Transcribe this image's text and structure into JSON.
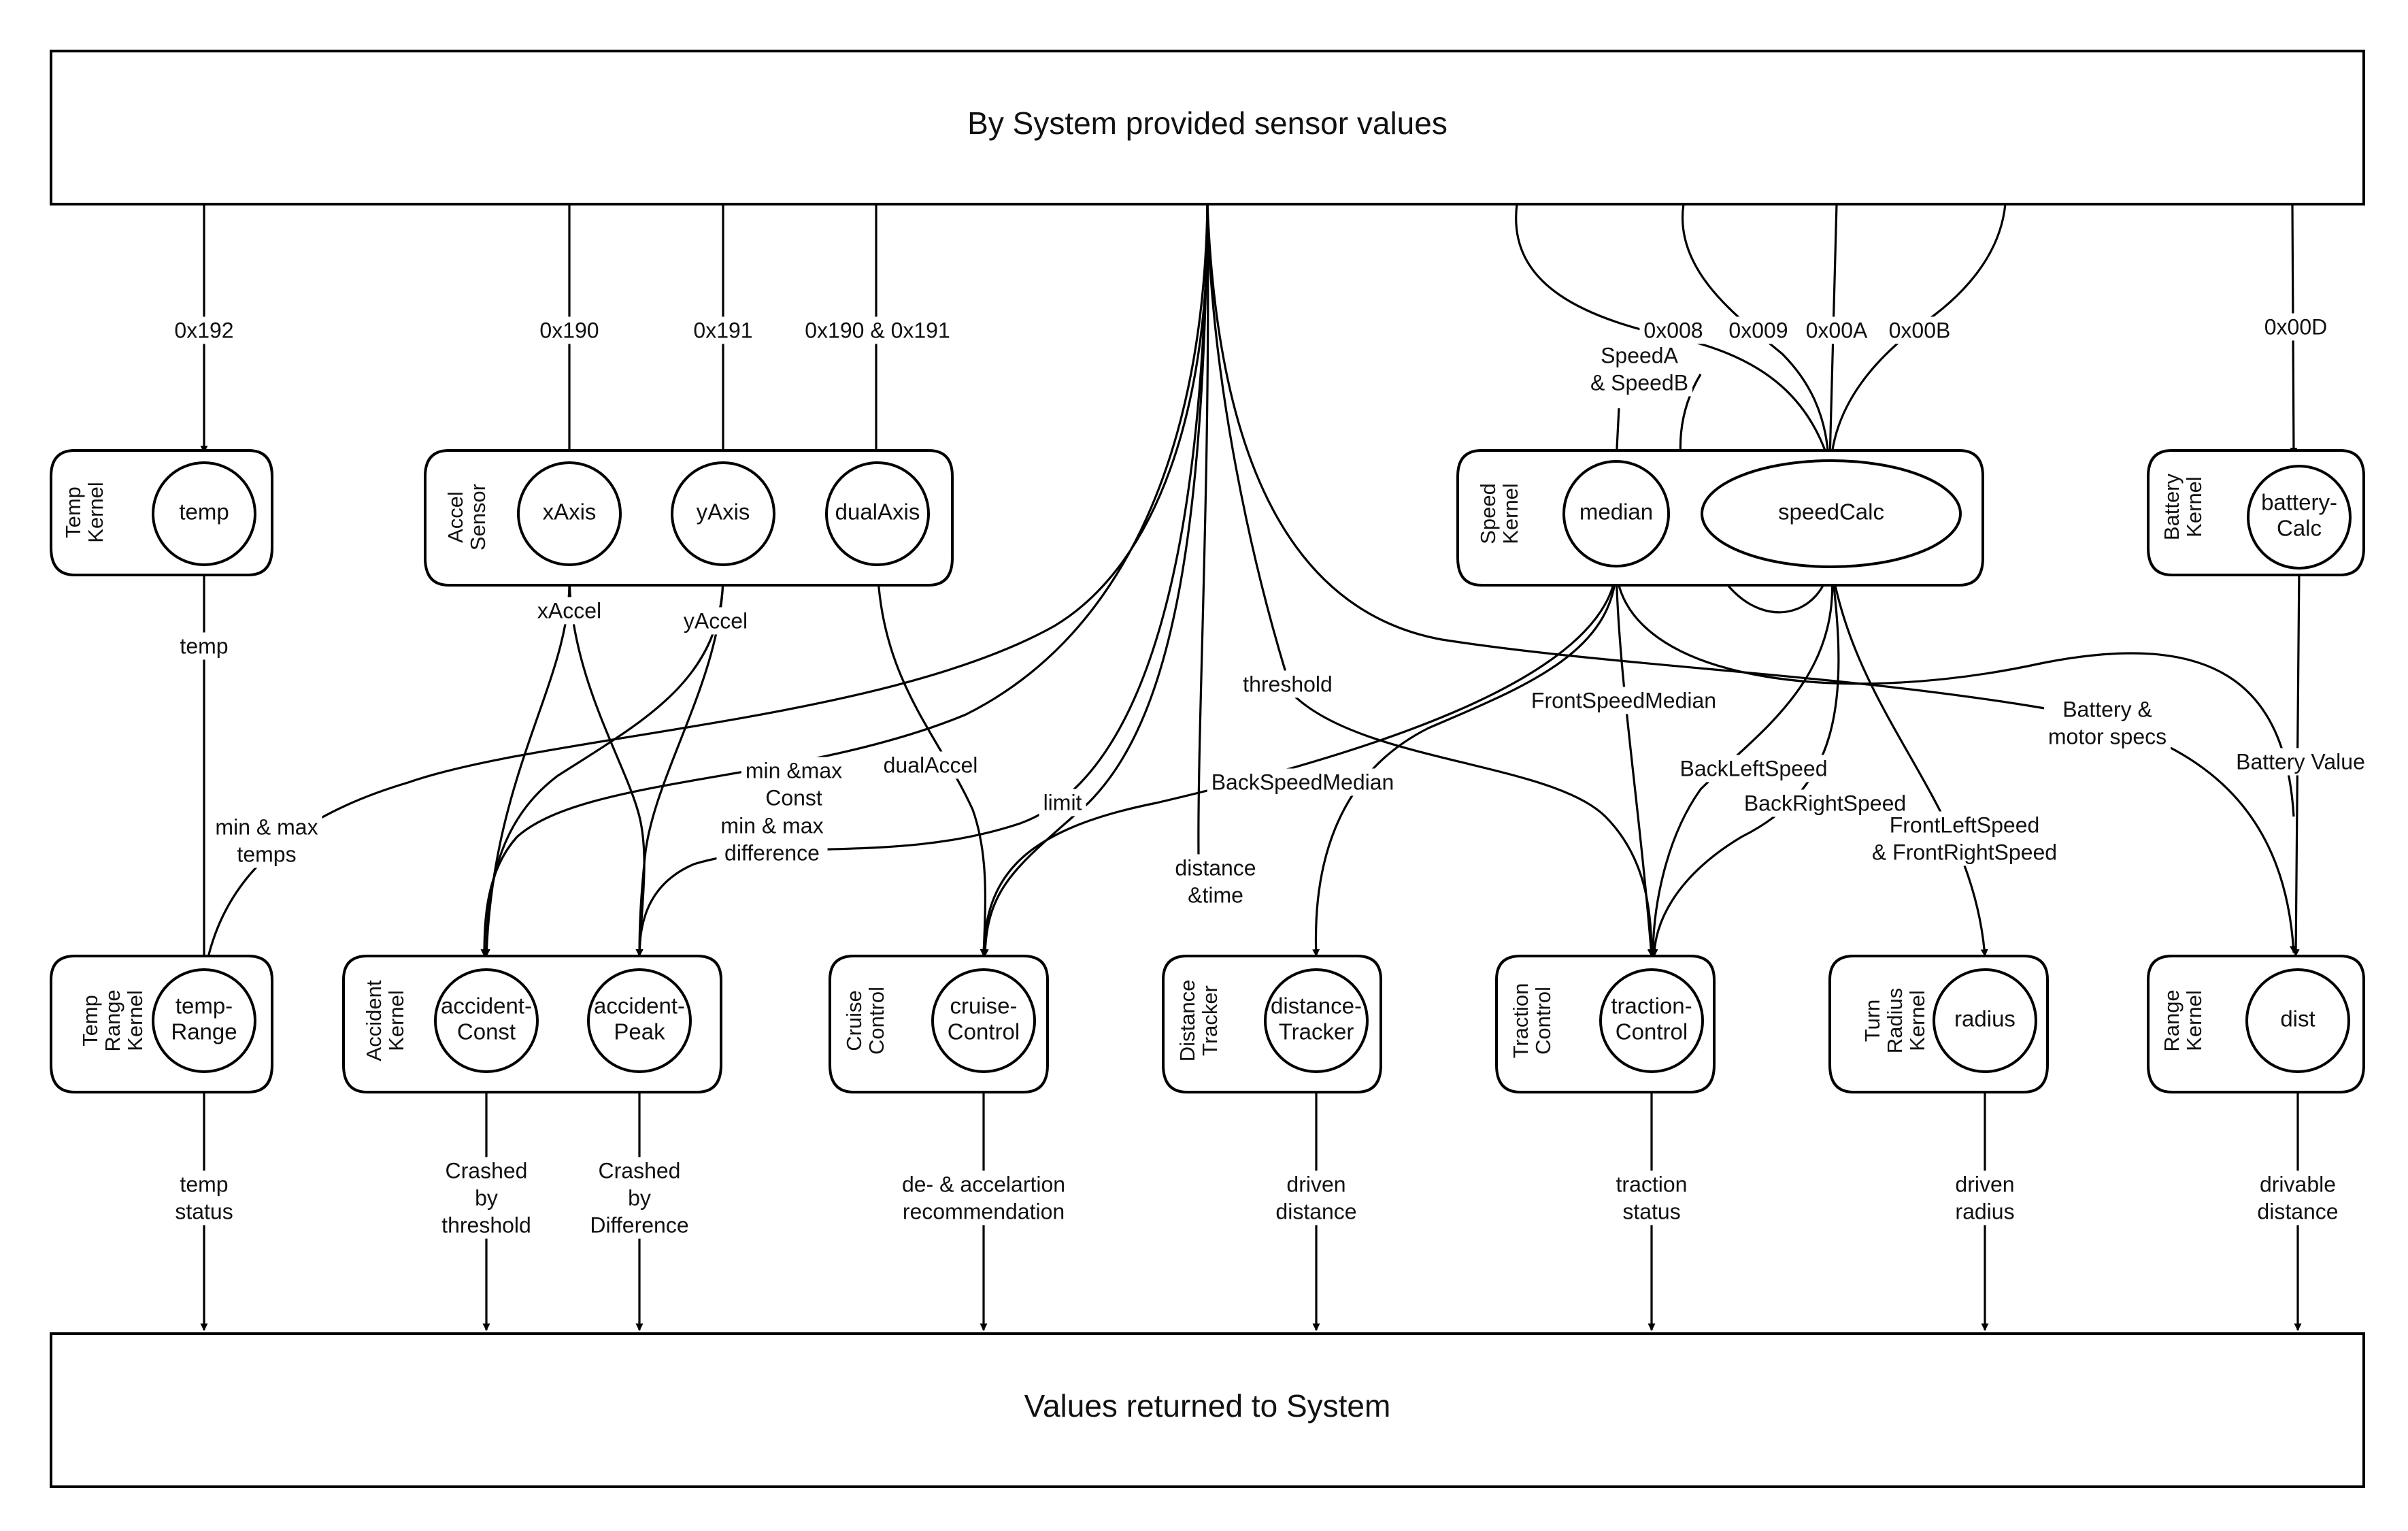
{
  "boxes": {
    "top": "By System provided sensor values",
    "bottom": "Values returned to System"
  },
  "kernels": {
    "temp": [
      "Temp",
      "Kernel"
    ],
    "accel": [
      "Accel",
      "Sensor"
    ],
    "speed": [
      "Speed",
      "Kernel"
    ],
    "battery": [
      "Battery",
      "Kernel"
    ],
    "temp_range": [
      "Temp",
      "Range",
      "Kernel"
    ],
    "accident": [
      "Accident",
      "Kernel"
    ],
    "cruise": [
      "Cruise",
      "Control"
    ],
    "distance": [
      "Distance",
      "Tracker"
    ],
    "traction": [
      "Traction",
      "Control"
    ],
    "turn": [
      "Turn",
      "Radius",
      "Kernel"
    ],
    "range": [
      "Range",
      "Kernel"
    ]
  },
  "nodes": {
    "temp": [
      "temp"
    ],
    "xAxis": [
      "xAxis"
    ],
    "yAxis": [
      "yAxis"
    ],
    "dualAxis": [
      "dualAxis"
    ],
    "median": [
      "median"
    ],
    "speedCalc": [
      "speedCalc"
    ],
    "batteryCalc": [
      "battery-",
      "Calc"
    ],
    "tempRange": [
      "temp-",
      "Range"
    ],
    "accidentConst": [
      "accident-",
      "Const"
    ],
    "accidentPeak": [
      "accident-",
      "Peak"
    ],
    "cruiseControl": [
      "cruise-",
      "Control"
    ],
    "distanceTracker": [
      "distance-",
      "Tracker"
    ],
    "tractionControl": [
      "traction-",
      "Control"
    ],
    "radius": [
      "radius"
    ],
    "dist": [
      "dist"
    ]
  },
  "edge_labels": {
    "addr_192": [
      "0x192"
    ],
    "addr_190": [
      "0x190"
    ],
    "addr_191": [
      "0x191"
    ],
    "addr_dual": [
      "0x190 & 0x191"
    ],
    "addr_008": [
      "0x008"
    ],
    "addr_009": [
      "0x009"
    ],
    "addr_00A": [
      "0x00A"
    ],
    "addr_00B": [
      "0x00B"
    ],
    "addr_00D": [
      "0x00D"
    ],
    "speedAB": [
      "SpeedA",
      "& SpeedB"
    ],
    "temp": [
      "temp"
    ],
    "xAccel": [
      "xAccel"
    ],
    "yAccel": [
      "yAccel"
    ],
    "dualAccel": [
      "dualAccel"
    ],
    "threshold": [
      "threshold"
    ],
    "frontSpeedMedian": [
      "FrontSpeedMedian"
    ],
    "backSpeedMedian": [
      "BackSpeedMedian"
    ],
    "backLeftSpeed": [
      "BackLeftSpeed"
    ],
    "backRightSpeed": [
      "BackRightSpeed"
    ],
    "frontLR": [
      "FrontLeftSpeed",
      "& FrontRightSpeed"
    ],
    "batteryMotor": [
      "Battery &",
      "motor specs"
    ],
    "batteryValue": [
      "Battery Value"
    ],
    "minMaxTemps": [
      "min & max",
      "temps"
    ],
    "minMaxConst": [
      "min &max",
      "Const"
    ],
    "minMaxDiff": [
      "min & max",
      "difference"
    ],
    "limit": [
      "limit"
    ],
    "distTime": [
      "distance",
      "&time"
    ],
    "out_temp": [
      "temp",
      "status"
    ],
    "out_crashThr": [
      "Crashed",
      "by",
      "threshold"
    ],
    "out_crashDiff": [
      "Crashed",
      "by",
      "Difference"
    ],
    "out_accel": [
      "de- & accelartion",
      "recommendation"
    ],
    "out_driven": [
      "driven",
      "distance"
    ],
    "out_traction": [
      "traction",
      "status"
    ],
    "out_radius": [
      "driven",
      "radius"
    ],
    "out_drivable": [
      "drivable",
      "distance"
    ]
  }
}
